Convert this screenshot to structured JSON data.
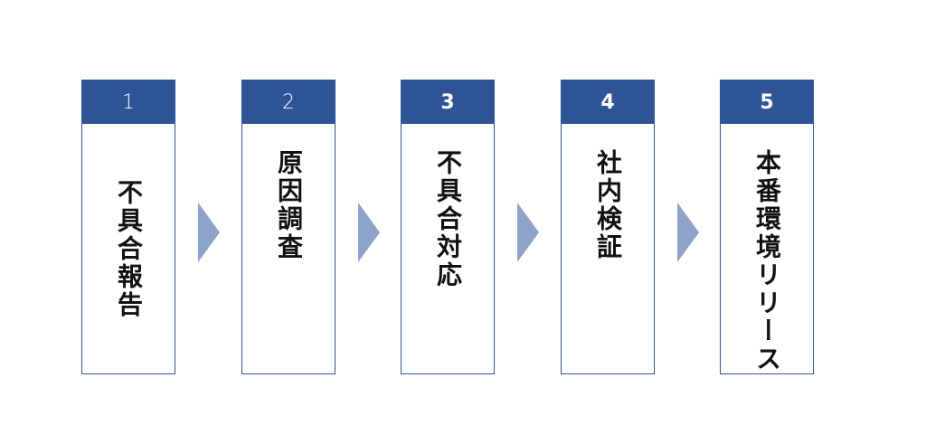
{
  "steps": [
    {
      "number": "1",
      "label": "不具合報告"
    },
    {
      "number": "2",
      "label": "原因調査"
    },
    {
      "number": "3",
      "label": "不具合対応"
    },
    {
      "number": "4",
      "label": "社内検証"
    },
    {
      "number": "5",
      "label": "本番環境リリース"
    }
  ],
  "colors": {
    "header": "#2f5597",
    "border": "#2f5597",
    "arrow": "#8ea3c8"
  },
  "arrow_icon": "chevron-right-icon"
}
